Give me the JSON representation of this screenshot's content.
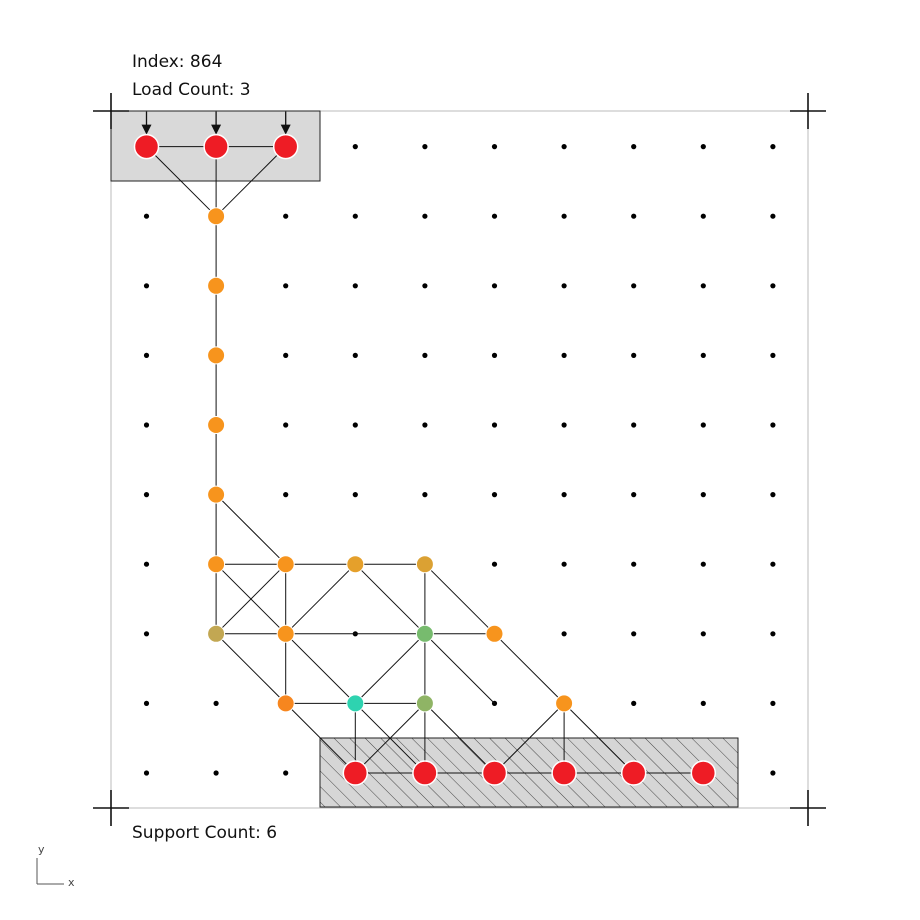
{
  "header": {
    "index_text": "Index: 864",
    "load_text": "Load Count: 3"
  },
  "footer": {
    "support_text": "Support Count: 6"
  },
  "axis_indicator": {
    "x_label": "x",
    "y_label": "y"
  },
  "grid": {
    "cols": 10,
    "rows": 10
  },
  "load_nodes": [
    [
      0,
      9
    ],
    [
      1,
      9
    ],
    [
      2,
      9
    ]
  ],
  "support_nodes": [
    [
      3,
      0
    ],
    [
      4,
      0
    ],
    [
      5,
      0
    ],
    [
      6,
      0
    ],
    [
      7,
      0
    ],
    [
      8,
      0
    ]
  ],
  "member_nodes": [
    {
      "c": 1,
      "r": 8,
      "color": "#f7941d"
    },
    {
      "c": 1,
      "r": 7,
      "color": "#f7941d"
    },
    {
      "c": 1,
      "r": 6,
      "color": "#f7941d"
    },
    {
      "c": 1,
      "r": 5,
      "color": "#f7941d"
    },
    {
      "c": 1,
      "r": 4,
      "color": "#f7941d"
    },
    {
      "c": 1,
      "r": 3,
      "color": "#f7941d"
    },
    {
      "c": 2,
      "r": 3,
      "color": "#f7941d"
    },
    {
      "c": 3,
      "r": 3,
      "color": "#e5a02b"
    },
    {
      "c": 4,
      "r": 3,
      "color": "#dba133"
    },
    {
      "c": 1,
      "r": 2,
      "color": "#c2a752"
    },
    {
      "c": 2,
      "r": 2,
      "color": "#f7941d"
    },
    {
      "c": 4,
      "r": 2,
      "color": "#77bb6e"
    },
    {
      "c": 5,
      "r": 2,
      "color": "#f7941d"
    },
    {
      "c": 2,
      "r": 1,
      "color": "#f7861e"
    },
    {
      "c": 3,
      "r": 1,
      "color": "#2ed3b0"
    },
    {
      "c": 4,
      "r": 1,
      "color": "#8fb465"
    },
    {
      "c": 6,
      "r": 1,
      "color": "#f7941d"
    }
  ],
  "edges": [
    [
      [
        0,
        9
      ],
      [
        1,
        9
      ]
    ],
    [
      [
        1,
        9
      ],
      [
        2,
        9
      ]
    ],
    [
      [
        0,
        9
      ],
      [
        1,
        8
      ]
    ],
    [
      [
        1,
        9
      ],
      [
        1,
        8
      ]
    ],
    [
      [
        2,
        9
      ],
      [
        1,
        8
      ]
    ],
    [
      [
        1,
        8
      ],
      [
        1,
        7
      ]
    ],
    [
      [
        1,
        7
      ],
      [
        1,
        6
      ]
    ],
    [
      [
        1,
        6
      ],
      [
        1,
        5
      ]
    ],
    [
      [
        1,
        5
      ],
      [
        1,
        4
      ]
    ],
    [
      [
        1,
        4
      ],
      [
        1,
        3
      ]
    ],
    [
      [
        1,
        4
      ],
      [
        2,
        3
      ]
    ],
    [
      [
        1,
        3
      ],
      [
        2,
        3
      ]
    ],
    [
      [
        2,
        3
      ],
      [
        3,
        3
      ]
    ],
    [
      [
        3,
        3
      ],
      [
        4,
        3
      ]
    ],
    [
      [
        1,
        3
      ],
      [
        1,
        2
      ]
    ],
    [
      [
        1,
        3
      ],
      [
        2,
        2
      ]
    ],
    [
      [
        2,
        3
      ],
      [
        1,
        2
      ]
    ],
    [
      [
        2,
        3
      ],
      [
        2,
        2
      ]
    ],
    [
      [
        2,
        2
      ],
      [
        3,
        3
      ]
    ],
    [
      [
        3,
        3
      ],
      [
        4,
        2
      ]
    ],
    [
      [
        4,
        3
      ],
      [
        4,
        2
      ]
    ],
    [
      [
        1,
        2
      ],
      [
        2,
        2
      ]
    ],
    [
      [
        2,
        2
      ],
      [
        4,
        2
      ]
    ],
    [
      [
        4,
        2
      ],
      [
        5,
        2
      ]
    ],
    [
      [
        4,
        3
      ],
      [
        5,
        2
      ]
    ],
    [
      [
        5,
        2
      ],
      [
        6,
        1
      ]
    ],
    [
      [
        1,
        2
      ],
      [
        2,
        1
      ]
    ],
    [
      [
        2,
        2
      ],
      [
        2,
        1
      ]
    ],
    [
      [
        2,
        1
      ],
      [
        4,
        1
      ]
    ],
    [
      [
        2,
        2
      ],
      [
        4,
        0
      ]
    ],
    [
      [
        2,
        1
      ],
      [
        3,
        0
      ]
    ],
    [
      [
        4,
        2
      ],
      [
        3,
        1
      ]
    ],
    [
      [
        4,
        2
      ],
      [
        4,
        1
      ]
    ],
    [
      [
        4,
        2
      ],
      [
        5,
        1
      ]
    ],
    [
      [
        3,
        1
      ],
      [
        3,
        0
      ]
    ],
    [
      [
        4,
        1
      ],
      [
        4,
        0
      ]
    ],
    [
      [
        4,
        1
      ],
      [
        3,
        0
      ]
    ],
    [
      [
        4,
        1
      ],
      [
        5,
        0
      ]
    ],
    [
      [
        6,
        1
      ],
      [
        5,
        0
      ]
    ],
    [
      [
        6,
        1
      ],
      [
        6,
        0
      ]
    ],
    [
      [
        6,
        1
      ],
      [
        7,
        0
      ]
    ],
    [
      [
        3,
        0
      ],
      [
        4,
        0
      ]
    ],
    [
      [
        4,
        0
      ],
      [
        5,
        0
      ]
    ],
    [
      [
        5,
        0
      ],
      [
        6,
        0
      ]
    ],
    [
      [
        6,
        0
      ],
      [
        7,
        0
      ]
    ],
    [
      [
        7,
        0
      ],
      [
        8,
        0
      ]
    ]
  ]
}
